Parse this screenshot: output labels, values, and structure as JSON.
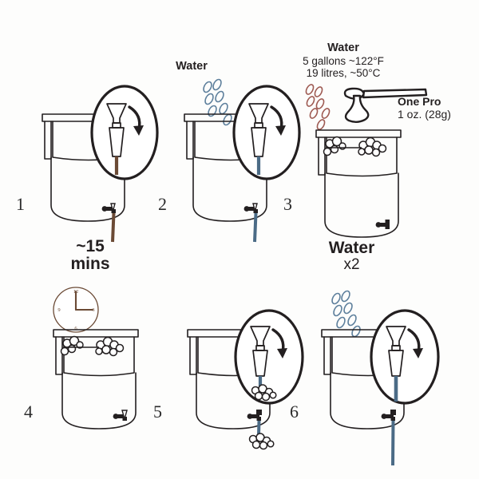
{
  "diagram": {
    "title": "Brewing instructions diagram",
    "background_color": "#fdfdfc",
    "ink_color": "#231f20",
    "tube_brown": "#6b4a35",
    "tube_blue": "#4b6b86",
    "droplet_blue": "#5d7f9c",
    "grain_red": "#9e5a52",
    "clock_hand": "#6b4a35"
  },
  "steps": [
    {
      "number": "1",
      "name": "step-1-close-valve",
      "callout": "valve-closed-rotate",
      "tube_color": "#6b4a35"
    },
    {
      "number": "2",
      "name": "step-2-add-water",
      "callout": "valve-closed-rotate",
      "tube_color": "#4b6b86",
      "label": {
        "line1": "Water"
      }
    },
    {
      "number": "3",
      "name": "step-3-add-water-and-product",
      "label": {
        "line1": "Water",
        "line2": "5 gallons ~122°F",
        "line3": "19 litres, ~50°C"
      },
      "scoop_label": {
        "line1": "One Pro",
        "line2": "1 oz. (28g)"
      }
    },
    {
      "number": "4",
      "name": "step-4-wait",
      "label": {
        "line1": "~15",
        "line2": "mins"
      },
      "clock": {
        "hour_hand": "12",
        "minute_hand": "3",
        "markers": [
          "12",
          "3",
          "6",
          "9"
        ]
      }
    },
    {
      "number": "5",
      "name": "step-5-open-valve-drain",
      "callout": "valve-open-rotate",
      "tube_color": "#4b6b86"
    },
    {
      "number": "6",
      "name": "step-6-rinse-with-water",
      "callout": "valve-open-rotate",
      "tube_color": "#4b6b86",
      "label": {
        "line1": "Water",
        "line2": "x2"
      }
    }
  ],
  "labels": {
    "step2_water": "Water",
    "step3_water": "Water",
    "step3_gallons": "5 gallons ~122°F",
    "step3_litres": "19 litres, ~50°C",
    "scoop_name": "One Pro",
    "scoop_amount": "1 oz. (28g)",
    "wait_time": "~15",
    "wait_unit": "mins",
    "rinse_water": "Water",
    "rinse_count": "x2"
  },
  "numbers": {
    "n1": "1",
    "n2": "2",
    "n3": "3",
    "n4": "4",
    "n5": "5",
    "n6": "6"
  }
}
